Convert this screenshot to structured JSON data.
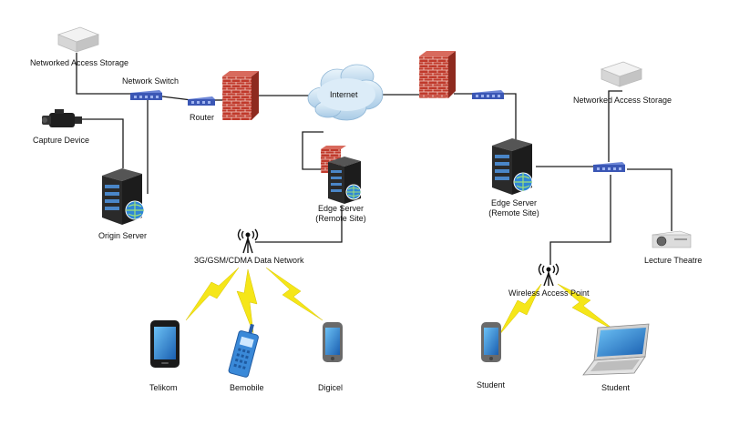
{
  "labels": {
    "nas_left": "Networked Access Storage",
    "network_switch": "Network Switch",
    "router": "Router",
    "capture_device": "Capture Device",
    "origin_server": "Origin Server",
    "internet": "Internet",
    "edge_server_1_line1": "Edge Server",
    "edge_server_1_line2": "(Remote Site)",
    "edge_server_2_line1": "Edge Server",
    "edge_server_2_line2": "(Remote Site)",
    "nas_right": "Networked Access Storage",
    "lecture_theatre": "Lecture Theatre",
    "data_network": "3G/GSM/CDMA Data Network",
    "wireless_access_point": "Wireless Access Point",
    "telikom": "Telikom",
    "bemobile": "Bemobile",
    "digicel": "Digicel",
    "student_phone": "Student",
    "student_laptop": "Student"
  },
  "colors": {
    "connector": "#1a1a1a",
    "firewall_brick": "#c0392b",
    "lightning": "#f5e619",
    "server_body": "#2a2a2a",
    "switch_blue": "#3b57b5",
    "cloud": "#bcd9ee",
    "phone_screen": "#2f86d6"
  },
  "icons": [
    "storage-icon",
    "switch-icon",
    "router-icon",
    "firewall-icon",
    "cloud-icon",
    "camera-icon",
    "server-icon",
    "antenna-icon",
    "phone-icon",
    "radio-icon",
    "projector-icon",
    "laptop-icon",
    "lightning-icon"
  ]
}
